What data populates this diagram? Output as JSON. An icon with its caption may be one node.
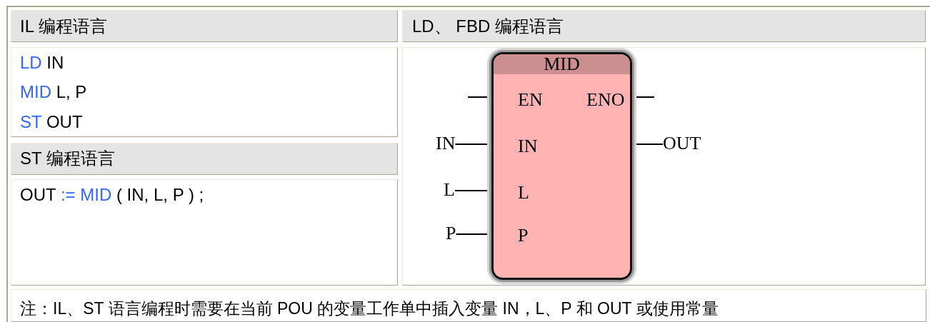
{
  "diagram": {
    "nodes": [
      {
        "text": [
          "MID",
          "EN",
          "ENO",
          "IN",
          "L",
          "P"
        ]
      },
      {
        "text": [
          "IN"
        ]
      },
      {
        "text": [
          "L"
        ]
      },
      {
        "text": [
          "P"
        ]
      },
      {
        "text": [
          "OUT"
        ]
      }
    ],
    "edges": [
      {
        "from": null,
        "to": 0,
        "arrow": "none"
      },
      {
        "from": 0,
        "to": null,
        "arrow": "none"
      },
      {
        "from": 1,
        "to": 0,
        "arrow": "none"
      },
      {
        "from": 2,
        "to": 0,
        "arrow": "none"
      },
      {
        "from": 3,
        "to": 0,
        "arrow": "none"
      },
      {
        "from": 0,
        "to": 4,
        "arrow": "none"
      }
    ],
    "labels": [
      "IL 编程语言",
      "LD、 FBD 编程语言",
      "LD IN",
      "MID L, P",
      "ST OUT",
      "ST 编程语言",
      "OUT := MID ( IN, L, P ) ;",
      "注：IL、ST 语言编程时需要在当前 POU 的变量工作单中插入变量 IN，L、P 和 OUT 或使用常量"
    ]
  }
}
